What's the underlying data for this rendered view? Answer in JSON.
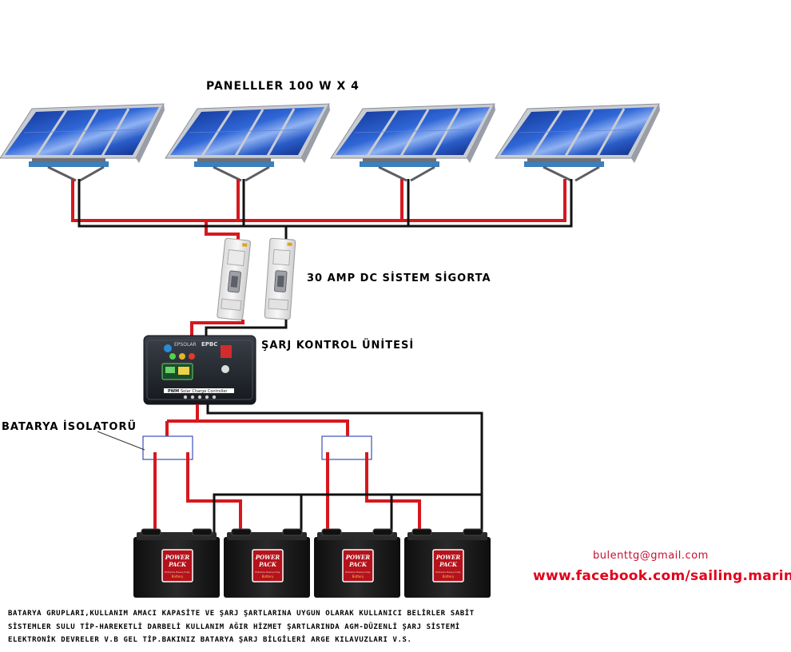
{
  "labels": {
    "panels_title": "PANELLLER 100 W X 4",
    "fuse_label": "30 AMP DC SİSTEM SİGORTA",
    "controller_label": "ŞARJ KONTROL ÜNİTESİ",
    "isolator_label": "BATARYA İSOLATORÜ"
  },
  "controller": {
    "brand": "EPSOLAR",
    "model": "EPBC",
    "badge": "PWM",
    "caption": "Solar Charge Controller"
  },
  "battery": {
    "brand_line1": "POWER",
    "brand_line2": "PACK",
    "subtitle": "Extreme Heavy Duty",
    "type": "Battery"
  },
  "contact": {
    "email": "bulenttg@gmail.com",
    "facebook": "www.facebook.com/sailing.marine"
  },
  "notes": [
    "BATARYA GRUPLARI,KULLANIM AMACI KAPASİTE VE ŞARJ ŞARTLARINA UYGUN OLARAK KULLANICI BELİRLER SABİT",
    "SİSTEMLER SULU TİP-HAREKETLİ DARBELİ KULLANIM AĞIR HİZMET ŞARTLARINDA AGM-DÜZENLİ ŞARJ SİSTEMİ",
    "ELEKTRONİK DEVRELER V.B GEL TİP.BAKINIZ BATARYA ŞARJ BİLGİLERİ ARGE KILAVUZLARI V.S."
  ],
  "colors": {
    "positive_wire": "#d6181e",
    "negative_wire": "#111111",
    "panel_cell": "#1f4fb5",
    "panel_frame": "#c9ccd2",
    "controller_body": "#23272e",
    "battery_body": "#1b1b1b",
    "battery_label": "#b5121b",
    "isolator_border": "#3b4fb8"
  }
}
